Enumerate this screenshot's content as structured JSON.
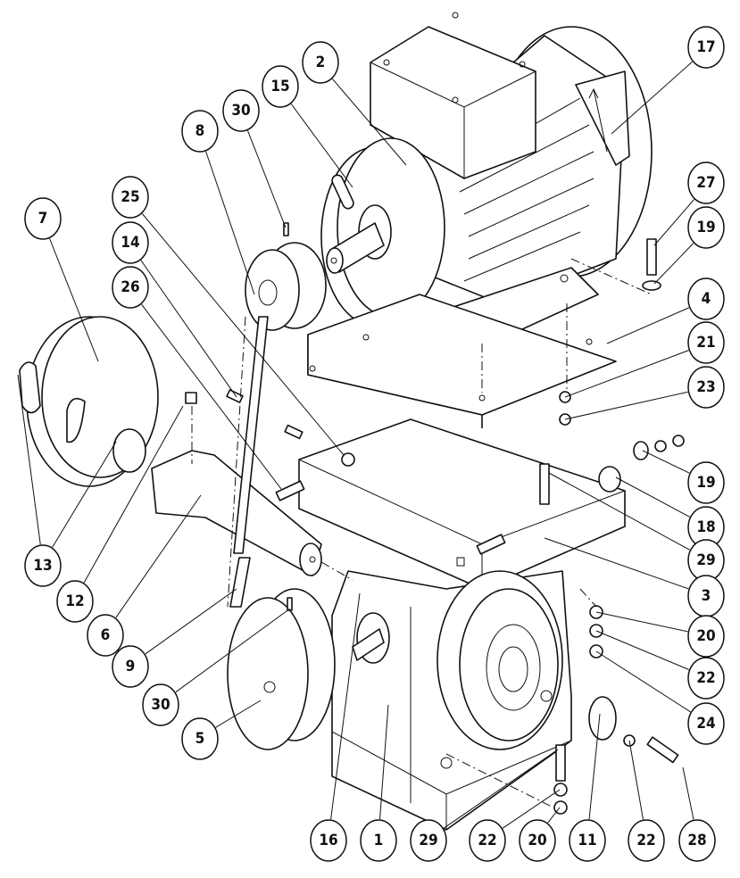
{
  "diagram": {
    "type": "exploded-assembly-view",
    "colors": {
      "line": "#111111",
      "background": "#ffffff"
    },
    "callouts": [
      "2",
      "15",
      "30",
      "8",
      "17",
      "25",
      "27",
      "19",
      "7",
      "14",
      "26",
      "4",
      "21",
      "23",
      "19",
      "18",
      "29",
      "3",
      "13",
      "12",
      "6",
      "20",
      "22",
      "9",
      "30",
      "24",
      "5",
      "16",
      "1",
      "29",
      "22",
      "20",
      "11",
      "22",
      "28"
    ]
  }
}
